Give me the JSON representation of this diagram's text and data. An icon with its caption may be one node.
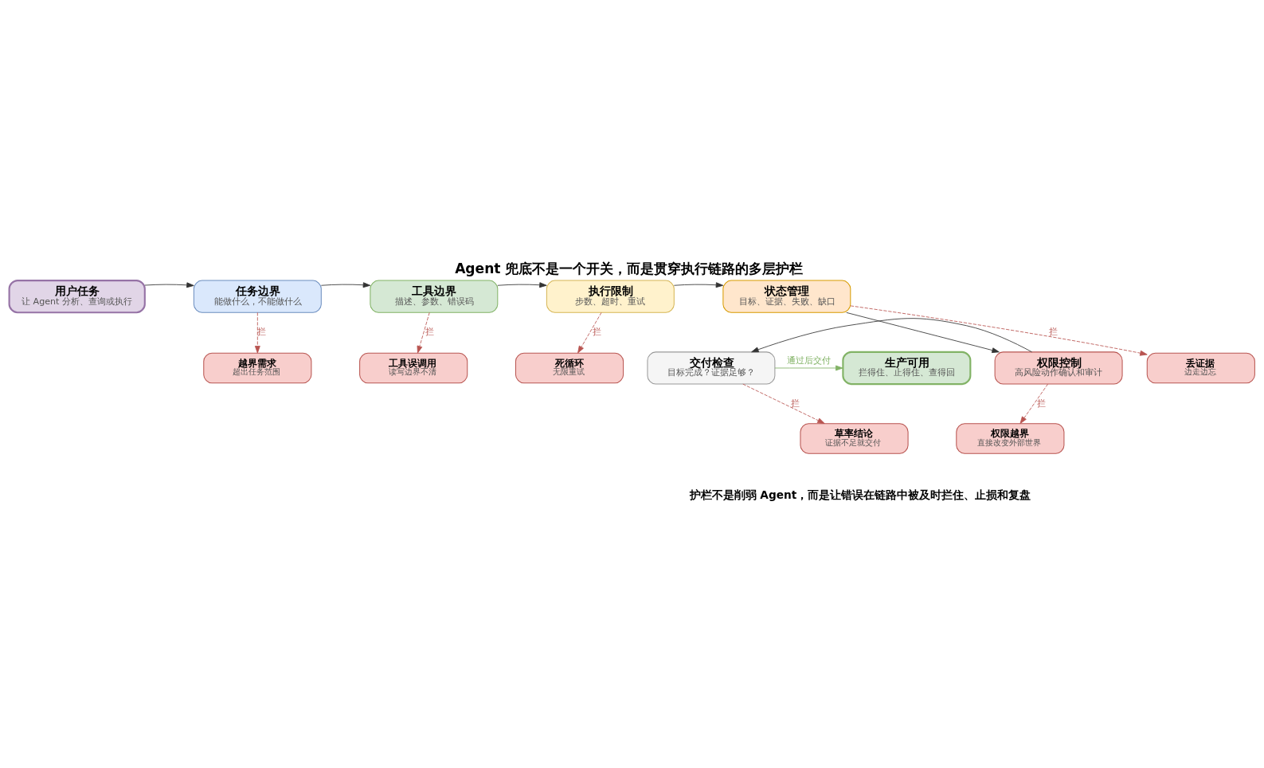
{
  "diagram": {
    "title": "Agent 兜底不是一个开关，而是贯穿执行链路的多层护栏",
    "caption": "护栏不是削弱 Agent，而是让错误在链路中被及时拦住、止损和复盘",
    "nodes": [
      {
        "text": [
          "用户任务",
          "让 Agent 分析、查询或执行"
        ]
      },
      {
        "text": [
          "任务边界",
          "能做什么，不能做什么"
        ]
      },
      {
        "text": [
          "工具边界",
          "描述、参数、错误码"
        ]
      },
      {
        "text": [
          "执行限制",
          "步数、超时、重试"
        ]
      },
      {
        "text": [
          "状态管理",
          "目标、证据、失败、缺口"
        ]
      },
      {
        "text": [
          "越界需求",
          "超出任务范围"
        ]
      },
      {
        "text": [
          "工具误调用",
          "读写边界不清"
        ]
      },
      {
        "text": [
          "死循环",
          "无限重试"
        ]
      },
      {
        "text": [
          "丢证据",
          "边走边忘"
        ]
      },
      {
        "text": [
          "生产可用",
          "拦得住、止得住、查得回"
        ]
      },
      {
        "text": [
          "交付检查",
          "目标完成？证据足够？"
        ]
      },
      {
        "text": [
          "权限控制",
          "高风险动作确认和审计"
        ]
      },
      {
        "text": [
          "草率结论",
          "证据不足就交付"
        ]
      },
      {
        "text": [
          "权限越界",
          "直接改变外部世界"
        ]
      }
    ],
    "edges": [
      {
        "from": 0,
        "to": 1,
        "arrow": "to"
      },
      {
        "from": 1,
        "to": 2,
        "arrow": "to"
      },
      {
        "from": 2,
        "to": 3,
        "arrow": "to"
      },
      {
        "from": 3,
        "to": 4,
        "arrow": "to"
      },
      {
        "from": 1,
        "to": 5,
        "arrow": "to",
        "label": "拦",
        "style": "dashed",
        "color": "#b85450"
      },
      {
        "from": 2,
        "to": 6,
        "arrow": "to",
        "label": "拦",
        "style": "dashed",
        "color": "#b85450"
      },
      {
        "from": 3,
        "to": 7,
        "arrow": "to",
        "label": "拦",
        "style": "dashed",
        "color": "#b85450"
      },
      {
        "from": 4,
        "to": 8,
        "arrow": "to",
        "label": "拦",
        "style": "dashed",
        "color": "#b85450"
      },
      {
        "from": 4,
        "to": 11,
        "arrow": "to"
      },
      {
        "from": 11,
        "to": 10,
        "arrow": "to"
      },
      {
        "from": 10,
        "to": 9,
        "arrow": "to",
        "label": "通过后交付",
        "color": "#82b366"
      },
      {
        "from": 10,
        "to": 12,
        "arrow": "to",
        "label": "拦",
        "style": "dashed",
        "color": "#b85450"
      },
      {
        "from": 11,
        "to": 13,
        "arrow": "to",
        "label": "拦",
        "style": "dashed",
        "color": "#b85450"
      }
    ]
  }
}
